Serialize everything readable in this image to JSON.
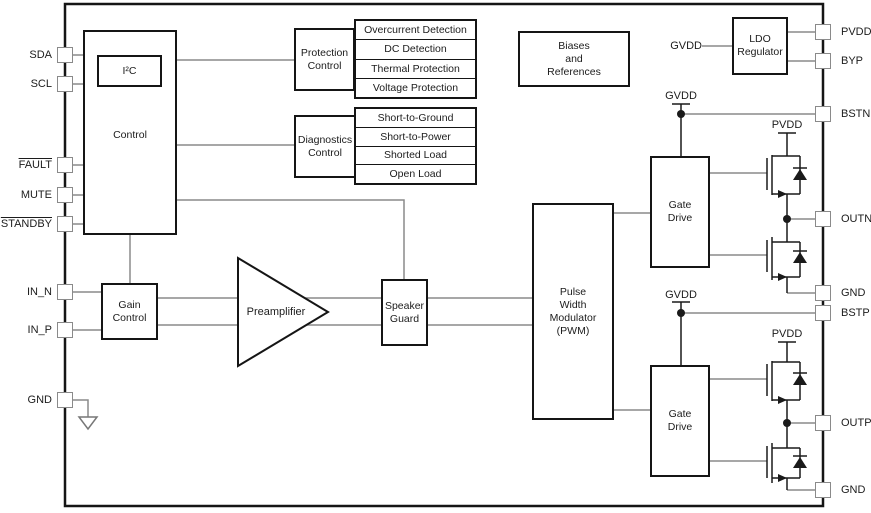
{
  "pins": {
    "left": [
      {
        "label": "SDA"
      },
      {
        "label": "SCL"
      },
      {
        "label": "FAULT",
        "active_low": true
      },
      {
        "label": "MUTE"
      },
      {
        "label": "STANDBY",
        "active_low": true
      },
      {
        "label": "IN_N"
      },
      {
        "label": "IN_P"
      },
      {
        "label": "GND"
      }
    ],
    "right": [
      {
        "label": "PVDD"
      },
      {
        "label": "BYP"
      },
      {
        "label": "BSTN"
      },
      {
        "label": "OUTN"
      },
      {
        "label": "GND"
      },
      {
        "label": "BSTP"
      },
      {
        "label": "OUTP"
      },
      {
        "label": "GND"
      }
    ]
  },
  "blocks": {
    "control": {
      "label": "Control"
    },
    "i2c": {
      "label": "I²C"
    },
    "protection_control": {
      "lines": [
        "Protection",
        "Control"
      ]
    },
    "diagnostics_control": {
      "lines": [
        "Diagnostics",
        "Control"
      ]
    },
    "biases": {
      "lines": [
        "Biases",
        "and",
        "References"
      ]
    },
    "ldo": {
      "lines": [
        "LDO",
        "Regulator"
      ]
    },
    "gain_control": {
      "lines": [
        "Gain",
        "Control"
      ]
    },
    "preamplifier": {
      "label": "Preamplifier"
    },
    "speaker_guard": {
      "lines": [
        "Speaker",
        "Guard"
      ]
    },
    "pwm": {
      "lines": [
        "Pulse",
        "Width",
        "Modulator",
        "(PWM)"
      ]
    },
    "gate_drive_n": {
      "lines": [
        "Gate",
        "Drive"
      ]
    },
    "gate_drive_p": {
      "lines": [
        "Gate",
        "Drive"
      ]
    }
  },
  "protection_items": [
    "Overcurrent Detection",
    "DC Detection",
    "Thermal Protection",
    "Voltage Protection"
  ],
  "diagnostics_items": [
    "Short-to-Ground",
    "Short-to-Power",
    "Shorted Load",
    "Open Load"
  ],
  "power_labels": {
    "ldo_input": "GVDD",
    "half_n_boot": "GVDD",
    "half_n_supply": "PVDD",
    "half_p_boot": "GVDD",
    "half_p_supply": "PVDD"
  },
  "colors": {
    "wire": "#8a8a8a",
    "symbol": "#1a1a1a",
    "border": "#151515"
  }
}
